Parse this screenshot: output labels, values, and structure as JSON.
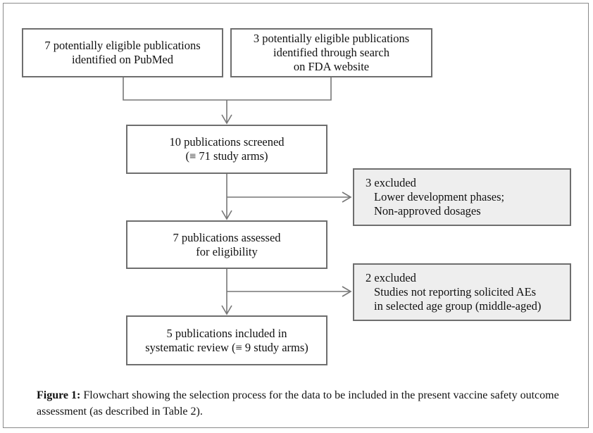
{
  "boxes": {
    "pubmed": [
      "7 potentially eligible publications",
      "identified on PubMed"
    ],
    "fda": [
      "3 potentially eligible publications",
      "identified through search",
      "on FDA website"
    ],
    "screened": [
      "10 publications screened",
      "(≡ 71 study arms)"
    ],
    "excluded1": [
      "3 excluded",
      "Lower development phases;",
      "Non-approved dosages"
    ],
    "assessed": [
      "7 publications assessed",
      "for eligibility"
    ],
    "excluded2": [
      "2 excluded",
      "Studies not reporting solicited AEs",
      "in selected age group (middle-aged)"
    ],
    "included": [
      "5 publications included in",
      "systematic review (≡ 9 study arms)"
    ]
  },
  "caption": {
    "label": "Figure 1:",
    "text": " Flowchart showing the selection process for the data to be included in the present vaccine safety outcome assessment (as described in Table 2)."
  },
  "colors": {
    "border": "#6e6e6e",
    "excluded_fill": "#eeeeee",
    "arrow": "#777777"
  }
}
